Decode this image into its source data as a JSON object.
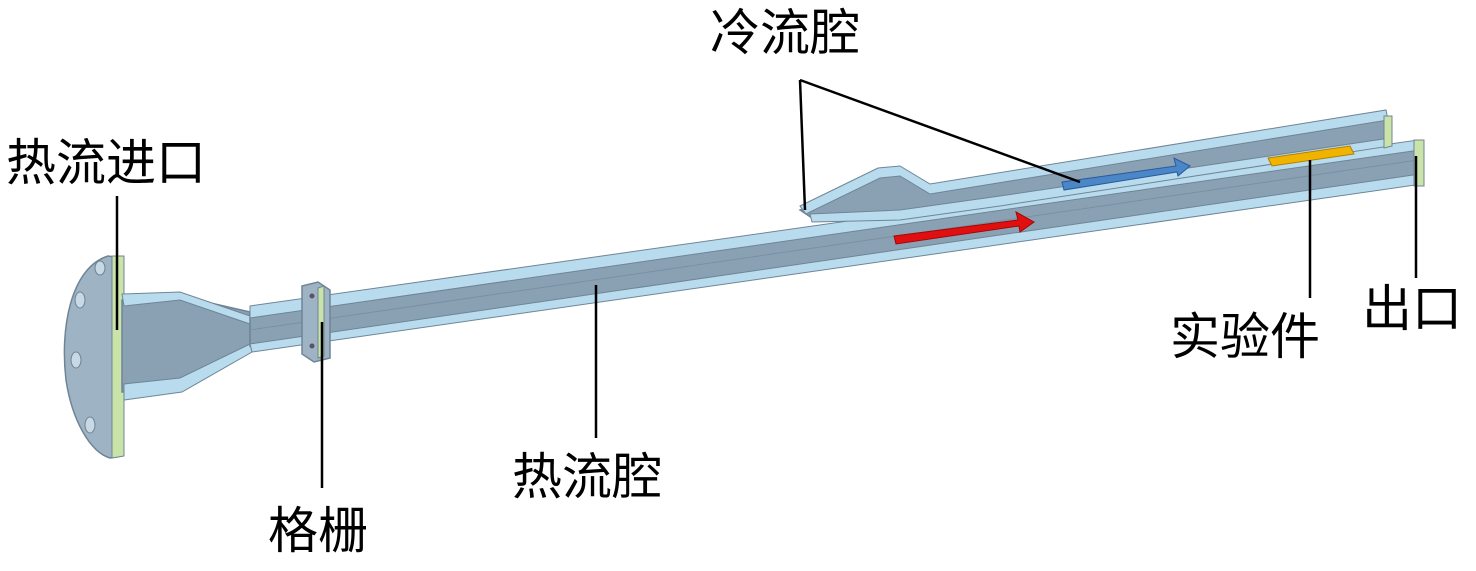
{
  "labels": {
    "hot_inlet": "热流进口",
    "cold_cavity": "冷流腔",
    "grid": "格栅",
    "hot_cavity": "热流腔",
    "specimen": "实验件",
    "outlet": "出口"
  },
  "colors": {
    "body_fill": "#9eb3c4",
    "body_dark": "#7f95a7",
    "edge_light": "#b8dcee",
    "cut_face": "#c9e3a8",
    "hot_arrow": "#e01010",
    "cold_arrow": "#4a86c8",
    "specimen": "#f0b400"
  },
  "icons": {
    "hot_flow": "red-flow-arrow",
    "cold_flow": "blue-flow-arrow"
  }
}
